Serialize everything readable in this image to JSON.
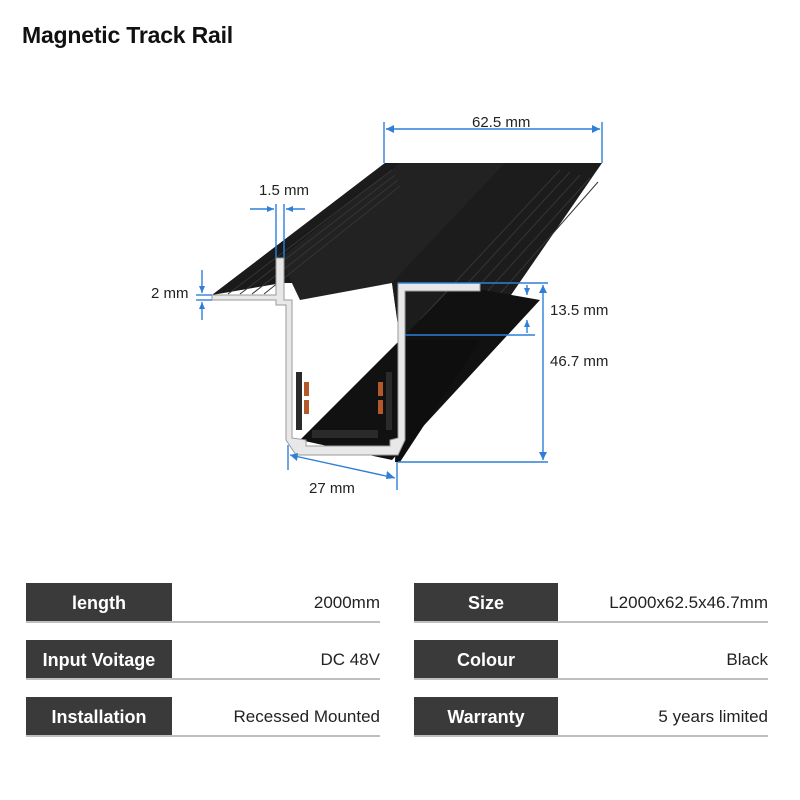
{
  "title": "Magnetic Track Rail",
  "diagram": {
    "dimensions": {
      "width_top": "62.5 mm",
      "wall": "1.5 mm",
      "flange": "2 mm",
      "inner_depth": "13.5 mm",
      "height": "46.7 mm",
      "width_bottom": "27 mm"
    },
    "colors": {
      "rail": "#141414",
      "profile_cut": "#e6e6e6",
      "dimension_line": "#2f7fd9"
    }
  },
  "specs": [
    {
      "label": "length",
      "value": "2000mm"
    },
    {
      "label": "Size",
      "value": "L2000x62.5x46.7mm"
    },
    {
      "label": "Input Voitage",
      "value": "DC 48V"
    },
    {
      "label": "Colour",
      "value": "Black"
    },
    {
      "label": "Installation",
      "value": "Recessed Mounted"
    },
    {
      "label": "Warranty",
      "value": "5 years limited"
    }
  ]
}
